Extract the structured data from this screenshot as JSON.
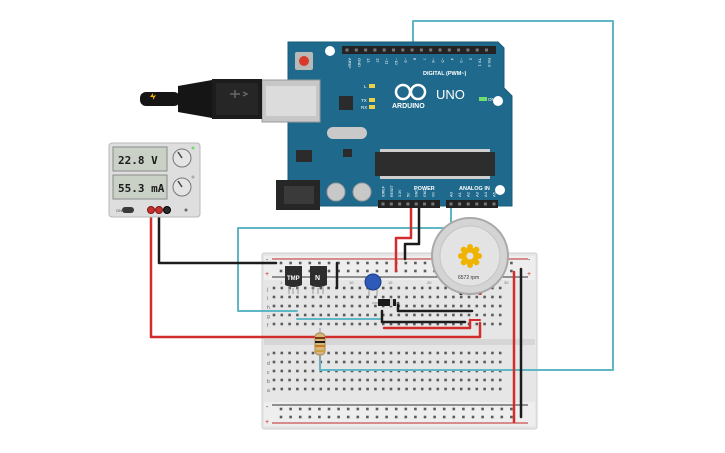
{
  "arduino": {
    "brand": "UNO",
    "logo_text": "ARDUINO",
    "digital_label": "DIGITAL (PWM~)",
    "power_label": "POWER",
    "analog_label": "ANALOG IN",
    "on_label": "ON",
    "led_l": "L",
    "led_tx": "TX",
    "led_rx": "RX",
    "digital_pins": [
      "AREF",
      "GND",
      "13",
      "12",
      "~11",
      "~10",
      "~9",
      "8",
      "7",
      "~6",
      "~5",
      "4",
      "~3",
      "2",
      "TX 1",
      "RX 0"
    ],
    "power_pins": [
      "IOREF",
      "RESET",
      "3.3V",
      "5V",
      "GND",
      "GND",
      "Vin"
    ],
    "analog_pins": [
      "A0",
      "A1",
      "A2",
      "A3",
      "A4",
      "A5"
    ]
  },
  "power_supply": {
    "voltage": "22.8 V",
    "current": "55.3 mA",
    "switch_label": "ON"
  },
  "components": {
    "temp_sensor_label": "TMP",
    "transistor_label": "N",
    "motor_speed": "6572 rpm"
  },
  "breadboard": {
    "row_letters_top": [
      "j",
      "i",
      "h",
      "g",
      "f"
    ],
    "row_letters_bottom": [
      "e",
      "d",
      "c",
      "b",
      "a"
    ],
    "column_numbers": [
      "1",
      "5",
      "10",
      "15",
      "20",
      "25",
      "30"
    ],
    "rail_minus": "-",
    "rail_plus": "+"
  },
  "colors": {
    "board": "#1f6a8c",
    "header": "#232323",
    "wire_red": "#d22d2d",
    "wire_black": "#1c1c1c",
    "wire_cyan": "#5fb6c4",
    "breadboard": "#e8e8e8",
    "motor_gear": "#f0b400"
  }
}
